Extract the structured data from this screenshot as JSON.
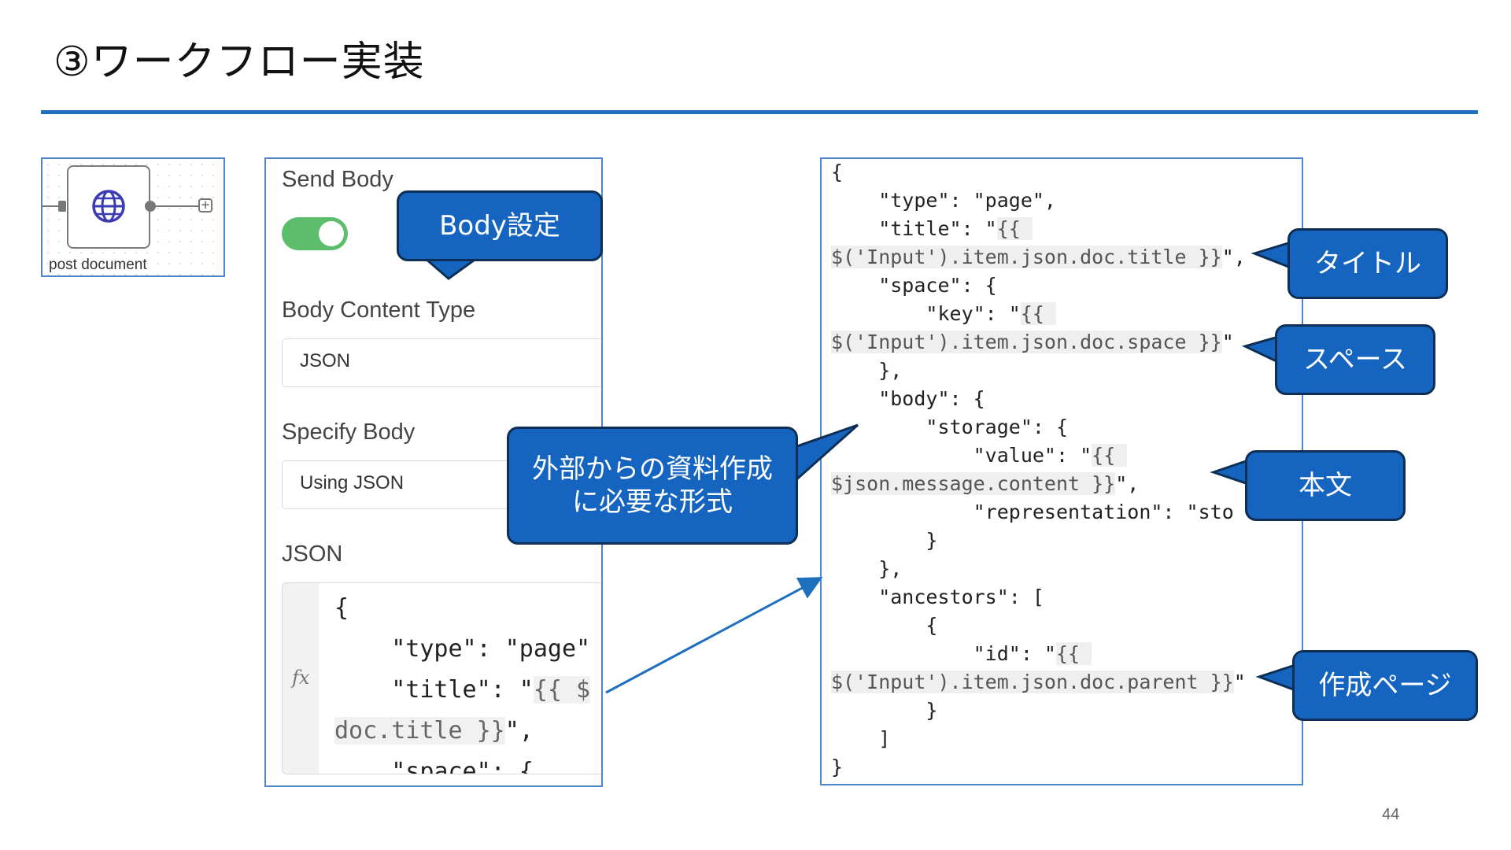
{
  "slide": {
    "title": "③ワークフロー実装",
    "page_number": "44",
    "accent_color": "#1f6fbf",
    "callout_color": "#1565c0"
  },
  "node": {
    "label": "post document",
    "icon": "globe-icon"
  },
  "settings": {
    "send_body_label": "Send Body",
    "send_body_enabled": true,
    "body_content_type_label": "Body Content Type",
    "body_content_type_value": "JSON",
    "specify_body_label": "Specify Body",
    "specify_body_value": "Using JSON",
    "json_label": "JSON",
    "expression_icon": "fx",
    "editor_lines": {
      "l1": "{",
      "l2": "    \"type\": \"page\"",
      "l3_a": "    \"title\": \"",
      "l3_b": "{{ $",
      "l4_a": "doc.title }}",
      "l4_b": "\",",
      "l5": "    \"space\": {"
    }
  },
  "json_code": {
    "l1": "{",
    "l2": "    \"type\": \"page\",",
    "l3_a": "    \"title\": \"",
    "l3_b": "{{ ",
    "l4_a": "$('Input').item.json.doc.title }}",
    "l4_b": "\",",
    "l5": "    \"space\": {",
    "l6_a": "        \"key\": \"",
    "l6_b": "{{ ",
    "l7_a": "$('Input').item.json.doc.space }}",
    "l7_b": "\"",
    "l8": "    },",
    "l9": "    \"body\": {",
    "l10": "        \"storage\": {",
    "l11_a": "            \"value\": \"",
    "l11_b": "{{ ",
    "l12_a": "$json.message.content }}",
    "l12_b": "\",",
    "l13": "            \"representation\": \"sto",
    "l14": "        }",
    "l15": "    },",
    "l16": "    \"ancestors\": [",
    "l17": "        {",
    "l18_a": "            \"id\": \"",
    "l18_b": "{{ ",
    "l19_a": "$('Input').item.json.doc.parent }}",
    "l19_b": "\"",
    "l20": "        }",
    "l21": "    ]",
    "l22": "}"
  },
  "callouts": {
    "body_setting": "Body設定",
    "external_line1": "外部からの資料作成",
    "external_line2": "に必要な形式",
    "title": "タイトル",
    "space": "スペース",
    "body_text": "本文",
    "created_page": "作成ページ"
  }
}
